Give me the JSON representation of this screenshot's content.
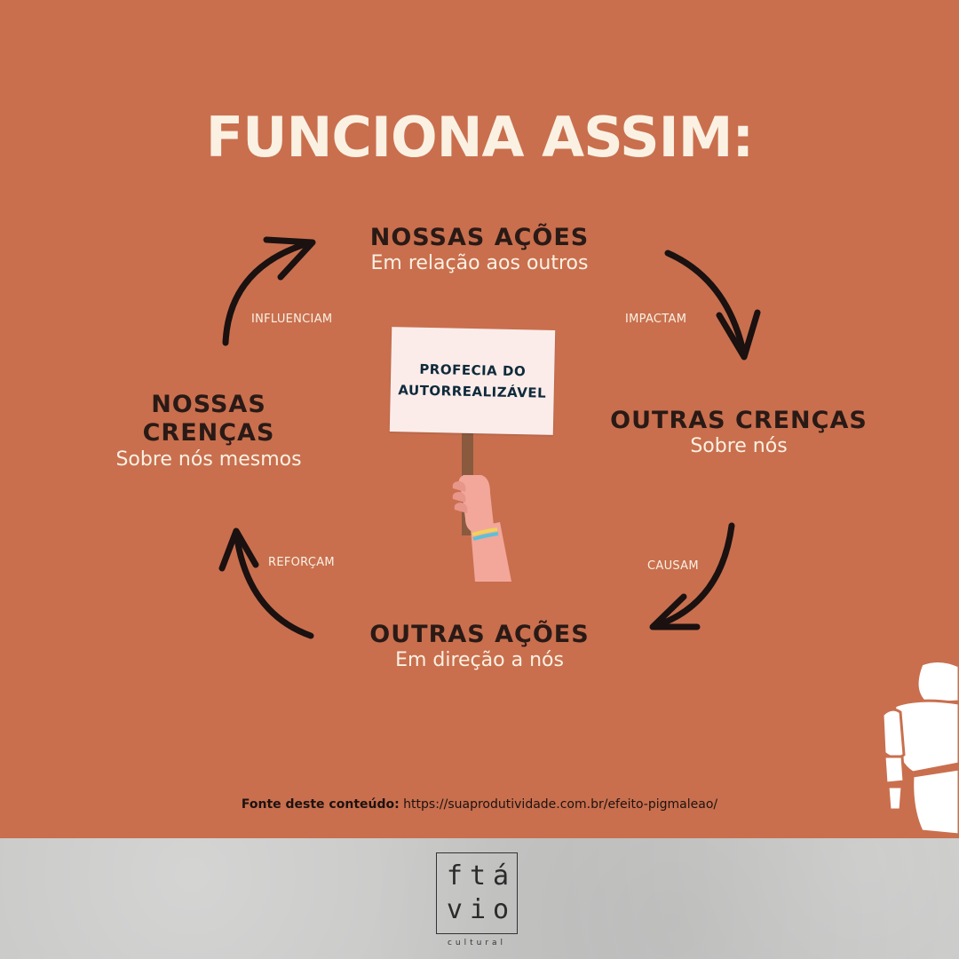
{
  "title": "FUNCIONA ASSIM:",
  "center_sign": {
    "line1": "PROFECIA DO",
    "line2": "AUTORREALIZÁVEL"
  },
  "nodes": {
    "top": {
      "heading": "NOSSAS AÇÕES",
      "subtitle": "Em relação aos outros"
    },
    "right": {
      "heading": "OUTRAS CRENÇAS",
      "subtitle": "Sobre nós"
    },
    "bottom": {
      "heading": "OUTRAS AÇÕES",
      "subtitle": "Em direção a nós"
    },
    "left": {
      "heading_line1": "NOSSAS",
      "heading_line2": "CRENÇAS",
      "subtitle": "Sobre nós mesmos"
    }
  },
  "edges": {
    "top_right": "IMPACTAM",
    "right_bottom": "CAUSAM",
    "bottom_left": "REFORÇAM",
    "left_top": "INFLUENCIAM"
  },
  "source": {
    "label": "Fonte deste conteúdo:",
    "url": "https://suaprodutividade.com.br/efeito-pigmaleao/"
  },
  "logo": {
    "line1": "ftá",
    "line2": "vio",
    "subtitle": "cultural"
  },
  "colors": {
    "background": "#c96f4e",
    "footer": "#c6c6c5",
    "title": "#faf1e3",
    "heading": "#2a1a16",
    "arrow": "#1a1110"
  }
}
